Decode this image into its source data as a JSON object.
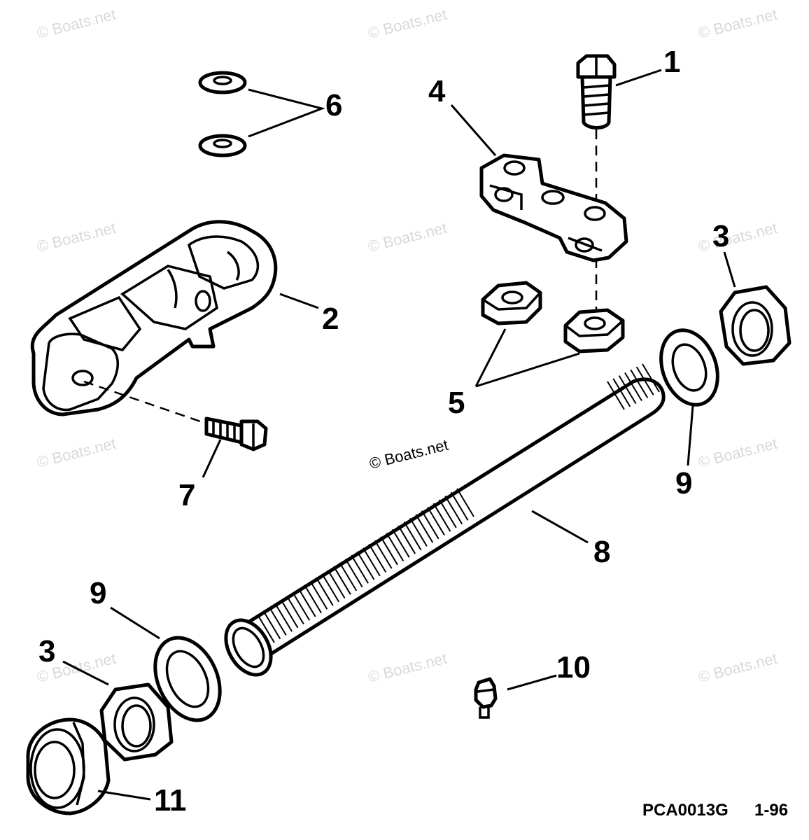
{
  "diagram": {
    "reference_code": "PCA0013G",
    "revision": "1-96",
    "watermark_text": "© Boats.net",
    "callouts": {
      "c1": "1",
      "c2": "2",
      "c3a": "3",
      "c3b": "3",
      "c4": "4",
      "c5": "5",
      "c6": "6",
      "c7": "7",
      "c8": "8",
      "c9a": "9",
      "c9b": "9",
      "c10": "10",
      "c11": "11"
    }
  }
}
